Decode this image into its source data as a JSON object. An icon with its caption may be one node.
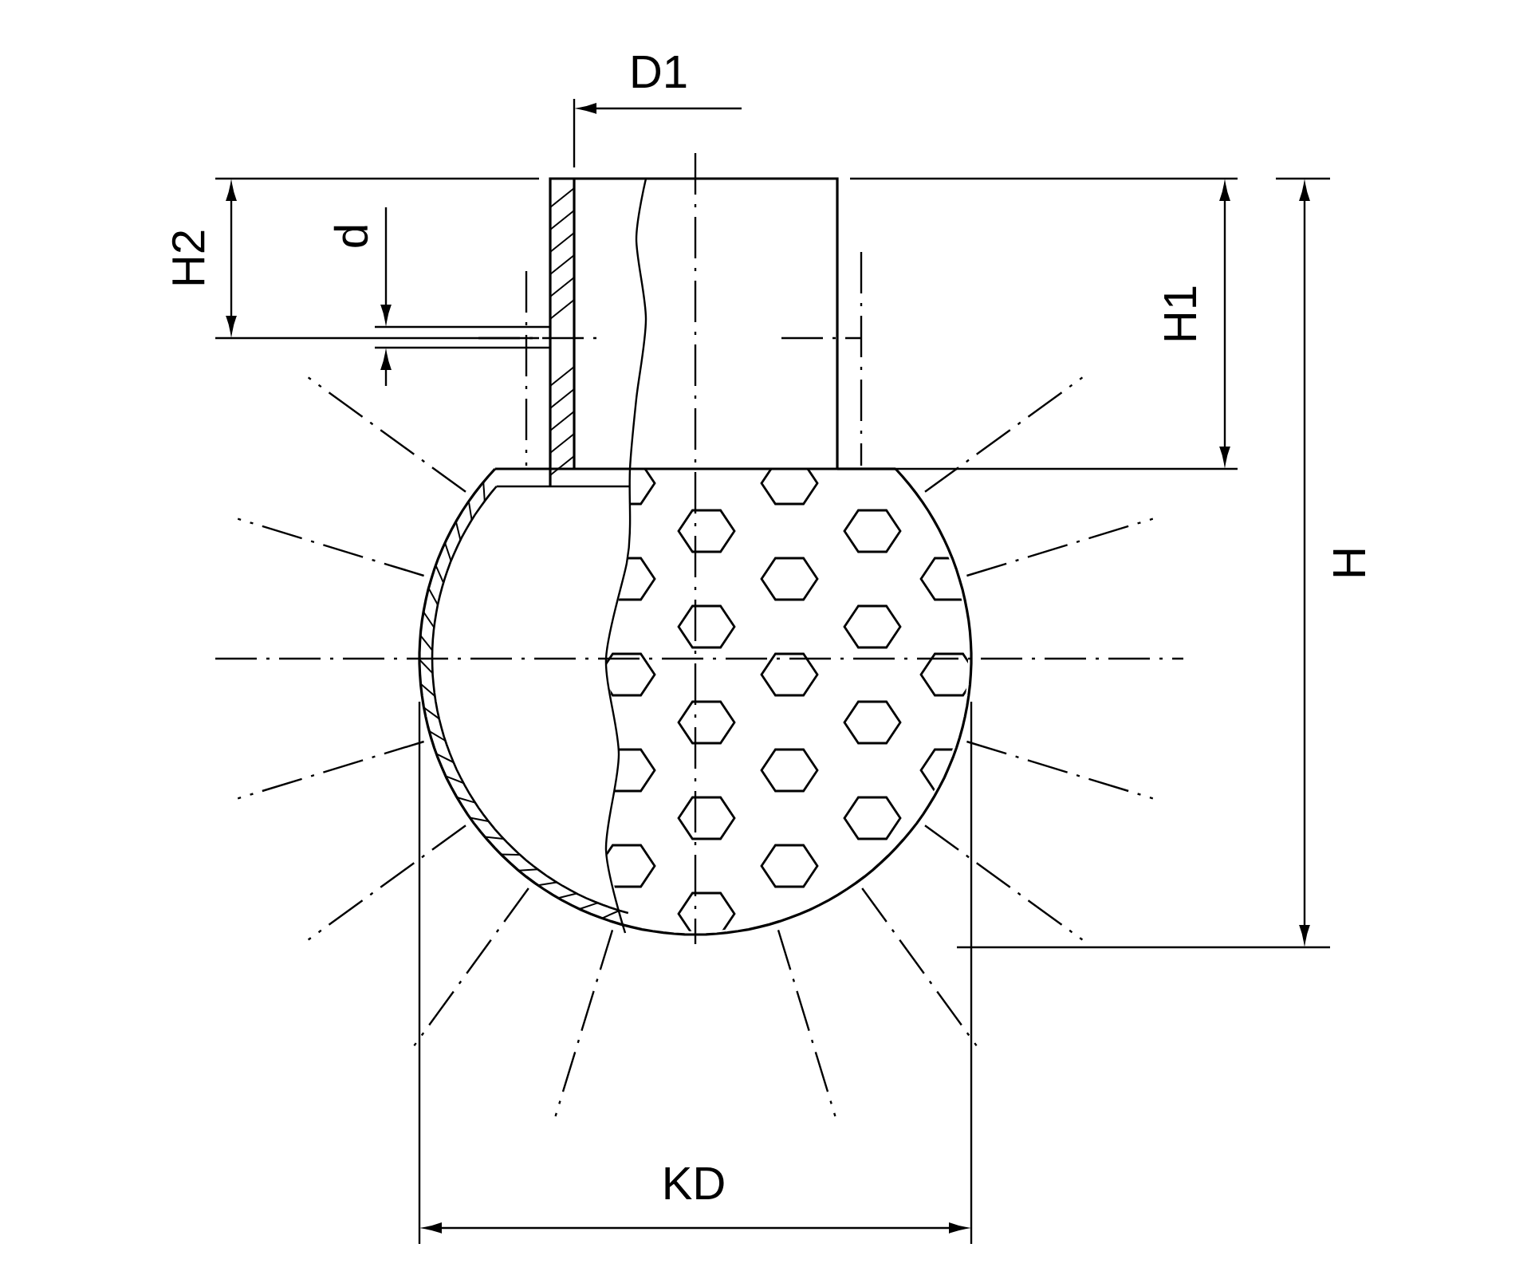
{
  "diagram": {
    "labels": [
      "D1",
      "H2",
      "d",
      "H1",
      "H",
      "KD"
    ]
  }
}
